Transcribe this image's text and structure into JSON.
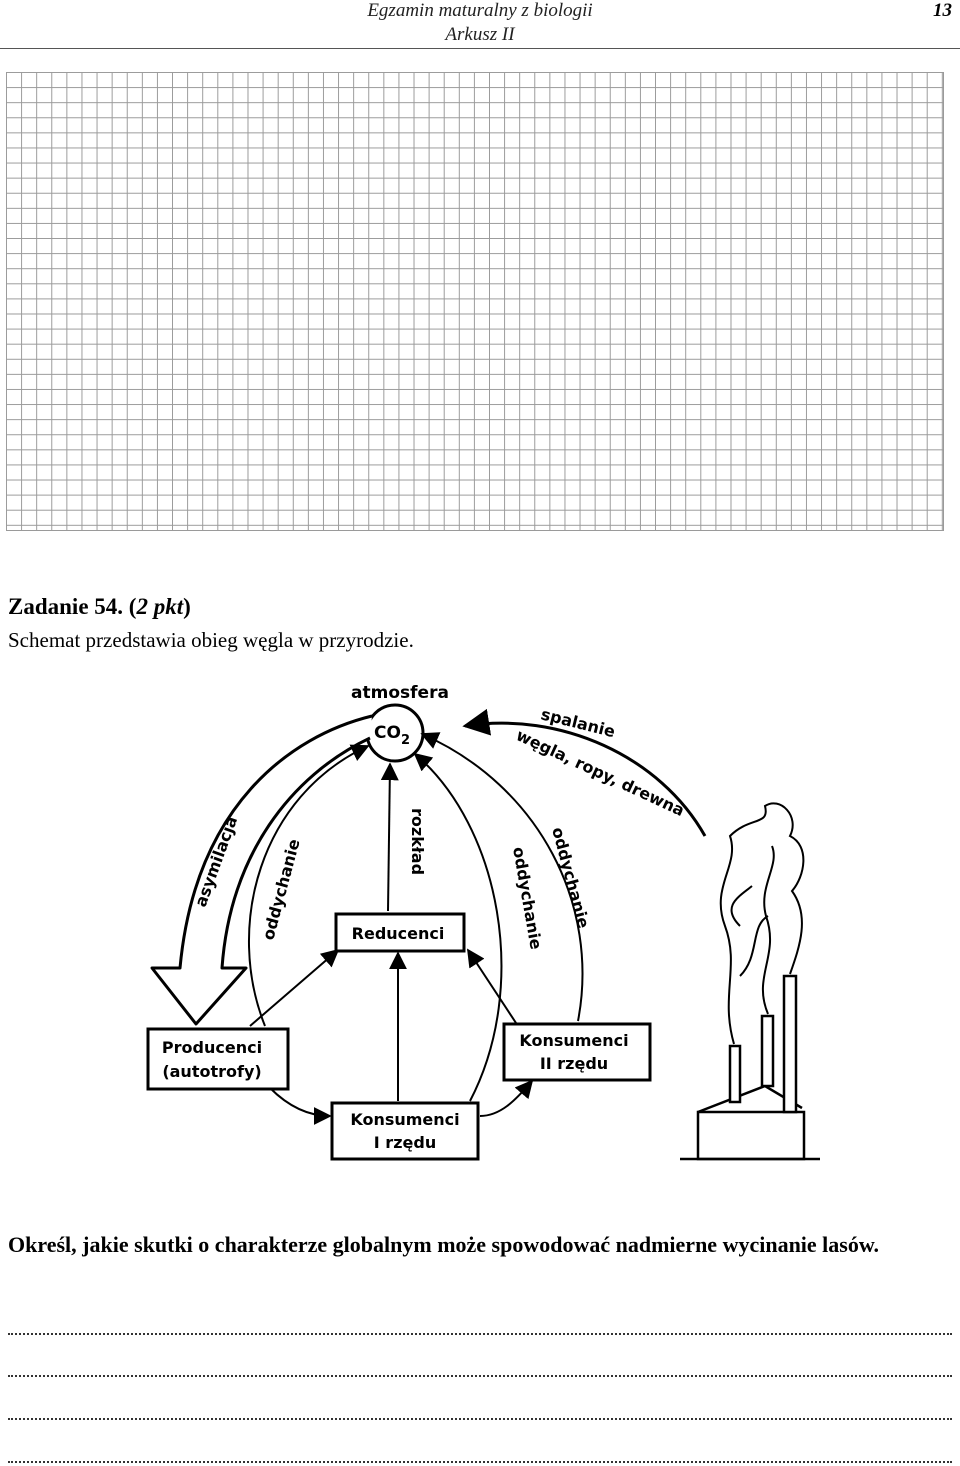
{
  "header": {
    "title": "Egzamin maturalny z biologii",
    "subtitle": "Arkusz II",
    "page_number": "13"
  },
  "task": {
    "number": "Zadanie 54.",
    "points_open": "(",
    "points_value": "2 pkt",
    "points_close": ")",
    "intro": "Schemat przedstawia obieg węgla w przyrodzie.",
    "question": "Określ, jakie skutki o charakterze globalnym może spowodować nadmierne wycinanie lasów."
  },
  "diagram": {
    "top_label": "atmosfera",
    "co2": "CO",
    "co2_sub": "2",
    "boxes": {
      "reducers": "Reducenci",
      "producers_line1": "Producenci",
      "producers_line2": "(autotrofy)",
      "consumers1_line1": "Konsumenci",
      "consumers1_line2": "I rzędu",
      "consumers2_line1": "Konsumenci",
      "consumers2_line2": "II rzędu"
    },
    "arrows": {
      "assimilation": "asymilacja",
      "respiration": "oddychanie",
      "decomposition": "rozkład",
      "combustion_line1": "spalanie",
      "combustion_line2": "węgla, ropy, drewna"
    }
  }
}
